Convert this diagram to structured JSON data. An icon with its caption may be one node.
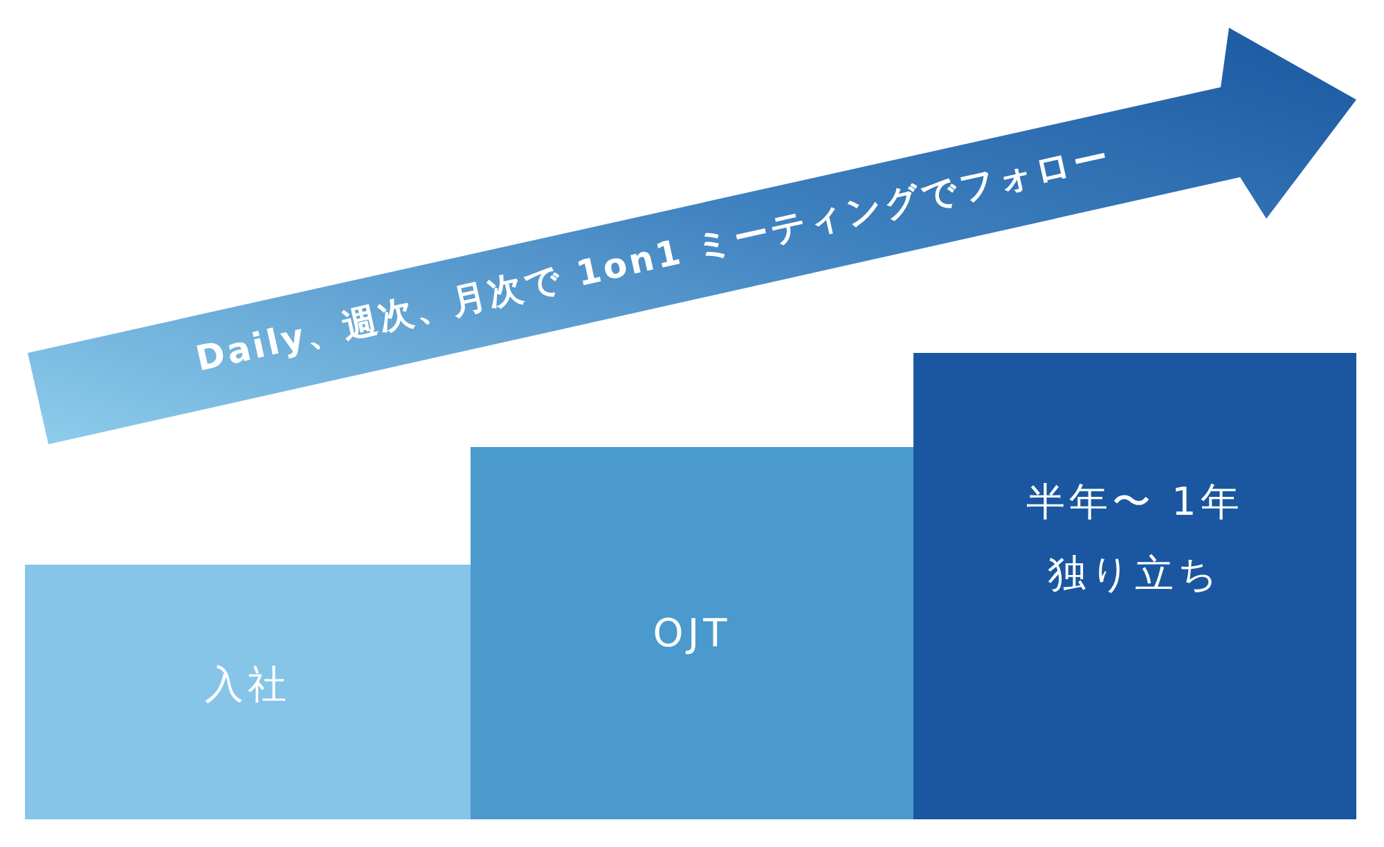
{
  "diagram": {
    "nodes": [
      {
        "text": [
          "Daily、週次、月次で 1on1 ミーティングでフォロー"
        ]
      },
      {
        "text": [
          "入社"
        ]
      },
      {
        "text": [
          "OJT"
        ]
      },
      {
        "text": [
          "半年〜 1年",
          "独り立ち"
        ]
      }
    ],
    "edges": []
  }
}
